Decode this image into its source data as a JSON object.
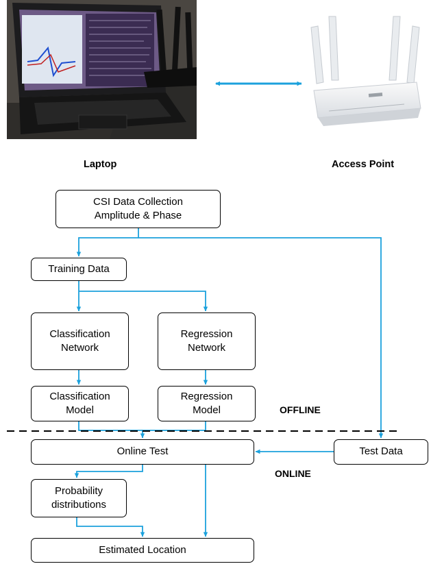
{
  "devices": {
    "laptop_caption": "Laptop",
    "access_point_caption": "Access Point"
  },
  "flow": {
    "csi_box": {
      "line1": "CSI Data Collection",
      "line2": "Amplitude & Phase"
    },
    "training_data": "Training Data",
    "classification_network": {
      "line1": "Classification",
      "line2": "Network"
    },
    "regression_network": {
      "line1": "Regression",
      "line2": "Network"
    },
    "classification_model": {
      "line1": "Classification",
      "line2": "Model"
    },
    "regression_model": {
      "line1": "Regression",
      "line2": "Model"
    },
    "online_test": "Online Test",
    "test_data": "Test Data",
    "probability": {
      "line1": "Probability",
      "line2": "distributions"
    },
    "estimated_location": "Estimated Location"
  },
  "phases": {
    "offline": "OFFLINE",
    "online": "ONLINE"
  },
  "colors": {
    "arrow": "#1ba1dc",
    "box_border": "#000000",
    "divider": "#000000"
  }
}
